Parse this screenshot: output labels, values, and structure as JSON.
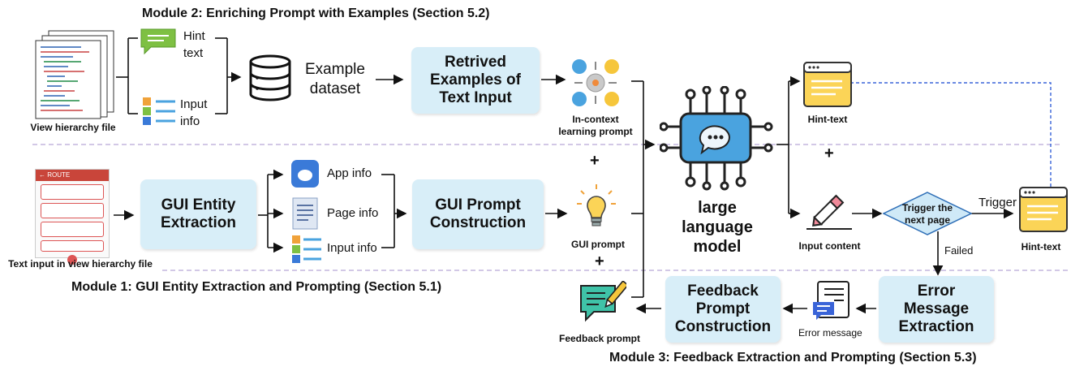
{
  "modules": {
    "m2_title": "Module 2: Enriching Prompt with Examples (Section 5.2)",
    "m1_title": "Module 1: GUI Entity Extraction and Prompting (Section 5.1)",
    "m3_title": "Module 3: Feedback Extraction and Prompting (Section 5.3)"
  },
  "module2": {
    "view_hierarchy_caption": "View hierarchy file",
    "hint_text_label": "Hint\ntext",
    "input_info_label": "Input\ninfo",
    "example_dataset_label": "Example\ndataset",
    "retrieved_box": "Retrived\nExamples of\nText Input",
    "in_context_caption": "In-context\nlearning prompt"
  },
  "module1": {
    "text_input_caption": "Text input in view hierarchy file",
    "gui_entity_box": "GUI Entity\nExtraction",
    "app_info": "App info",
    "page_info": "Page info",
    "input_info": "Input info",
    "gui_prompt_box": "GUI Prompt\nConstruction",
    "gui_prompt_caption": "GUI prompt"
  },
  "llm": {
    "label": "large language\nmodel"
  },
  "output": {
    "hint_text_top": "Hint-text",
    "input_content": "Input content",
    "trigger_diamond": "Trigger the\nnext page",
    "trigger_label": "Trigger",
    "failed_label": "Failed",
    "hint_text_right": "Hint-text"
  },
  "module3": {
    "error_box": "Error\nMessage\nExtraction",
    "error_message_caption": "Error message",
    "feedback_box": "Feedback\nPrompt\nConstruction",
    "feedback_prompt_caption": "Feedback prompt"
  },
  "phone": {
    "title": "← ROUTE"
  },
  "plus": "+",
  "colors": {
    "box_fill": "#d8eef8",
    "hint_yellow": "#fbd457",
    "diamond": "#cfe9f7",
    "dashed_blue": "#3a64d8",
    "divider": "#b7a8d8"
  }
}
